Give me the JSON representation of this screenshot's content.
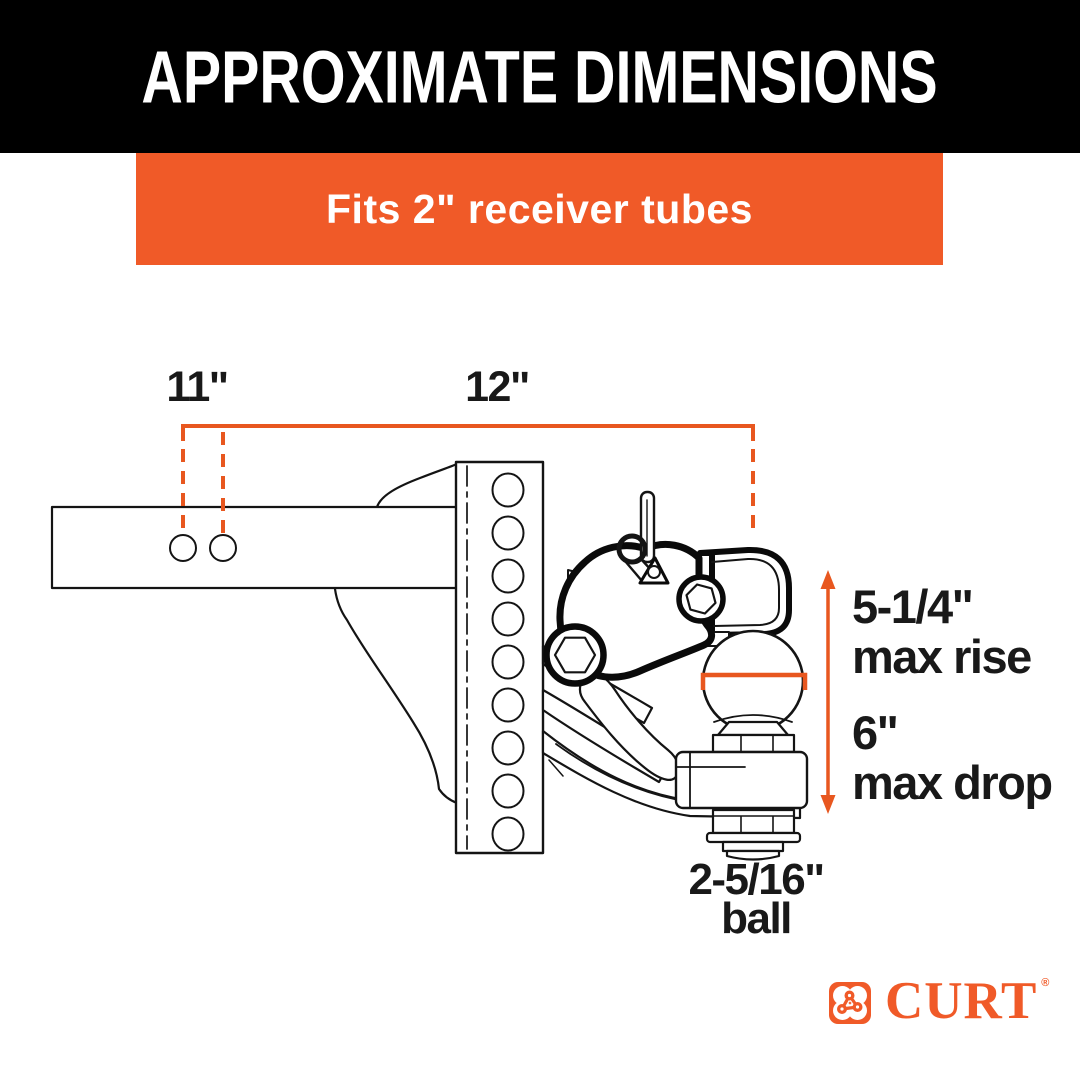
{
  "header": {
    "title": "APPROXIMATE DIMENSIONS"
  },
  "banner": {
    "text": "Fits 2\" receiver tubes"
  },
  "diagram": {
    "labels": {
      "shank_hole_near": "11\"",
      "shank_hole_far": "12\"",
      "rise_value": "5-1/4\"",
      "rise_caption": "max rise",
      "drop_value": "6\"",
      "drop_caption": "max drop",
      "ball_value": "2-5/16\"",
      "ball_caption": "ball"
    }
  },
  "logo": {
    "brand": "CURT",
    "registered_mark": "®"
  },
  "colors": {
    "accent_orange": "#F05A28",
    "dimension_orange": "#E8571F",
    "header_black": "#000000",
    "text_black": "#191919"
  }
}
